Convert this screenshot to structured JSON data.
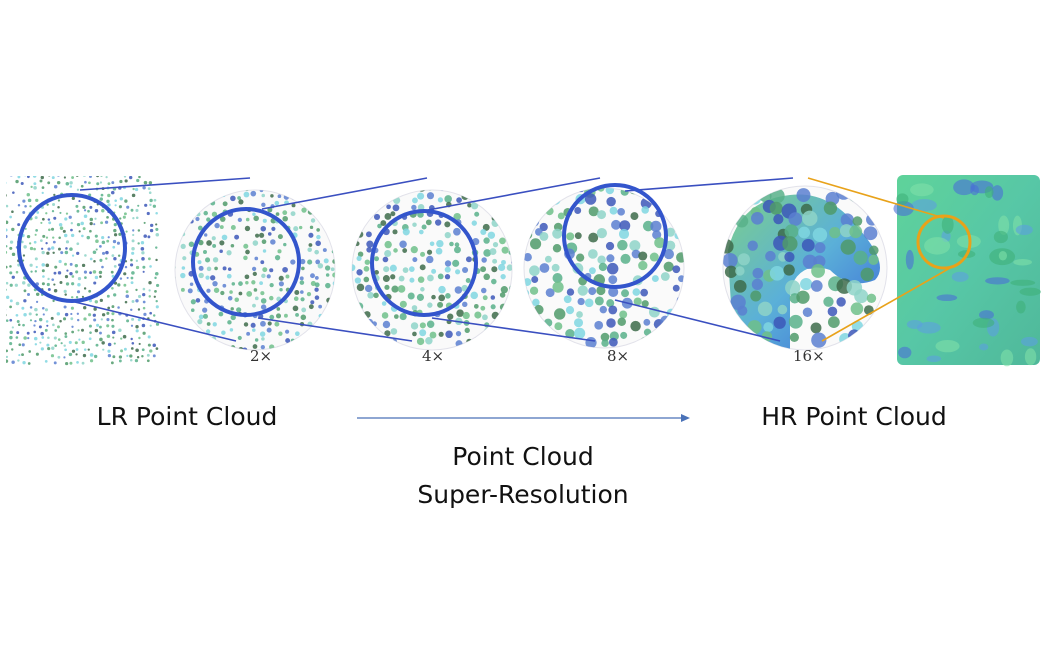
{
  "figure": {
    "zoom_labels": [
      "2×",
      "4×",
      "8×",
      "16×"
    ],
    "lr_label": "LR Point Cloud",
    "hr_label": "HR Point Cloud",
    "process_label_line1": "Point Cloud",
    "process_label_line2": "Super-Resolution"
  },
  "colors": {
    "zoom_ring": "#3355cc",
    "hr_ring": "#e8a21a",
    "arrow": "#4a72b8"
  }
}
